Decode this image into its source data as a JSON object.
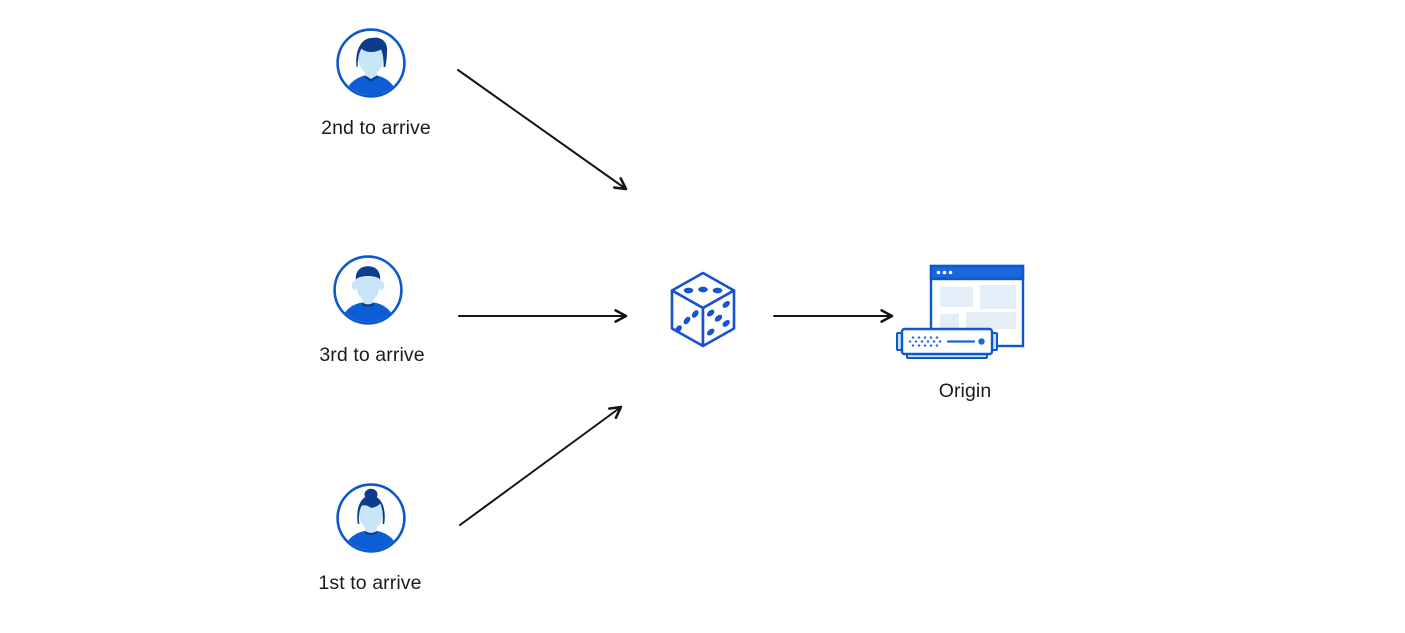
{
  "diagram": {
    "description": "Three clients sending requests through a random selector (dice) to an origin server",
    "nodes": {
      "user_top": {
        "label": "2nd to arrive",
        "icon": "user-male-avatar-icon"
      },
      "user_middle": {
        "label": "3rd to arrive",
        "icon": "user-male-avatar-icon"
      },
      "user_bottom": {
        "label": "1st to arrive",
        "icon": "user-female-avatar-icon"
      },
      "randomizer": {
        "icon": "dice-icon"
      },
      "origin": {
        "label": "Origin",
        "icon": "origin-server-icon"
      }
    },
    "edges": [
      {
        "from": "user_top",
        "to": "randomizer"
      },
      {
        "from": "user_middle",
        "to": "randomizer"
      },
      {
        "from": "user_bottom",
        "to": "randomizer"
      },
      {
        "from": "randomizer",
        "to": "origin"
      }
    ],
    "colors": {
      "background": "#ffffff",
      "outline_blue": "#0c59cb",
      "accent_blue": "#1a66dd",
      "dark_navy": "#0e3b8d",
      "shirt_blue": "#0d5dd6",
      "skin_light_blue": "#c9e5f8",
      "panel_light_blue": "#e4eef8",
      "server_backing_blue": "#cde4f6",
      "arrow_black": "#141414",
      "label_text": "#1b1b1d"
    }
  }
}
